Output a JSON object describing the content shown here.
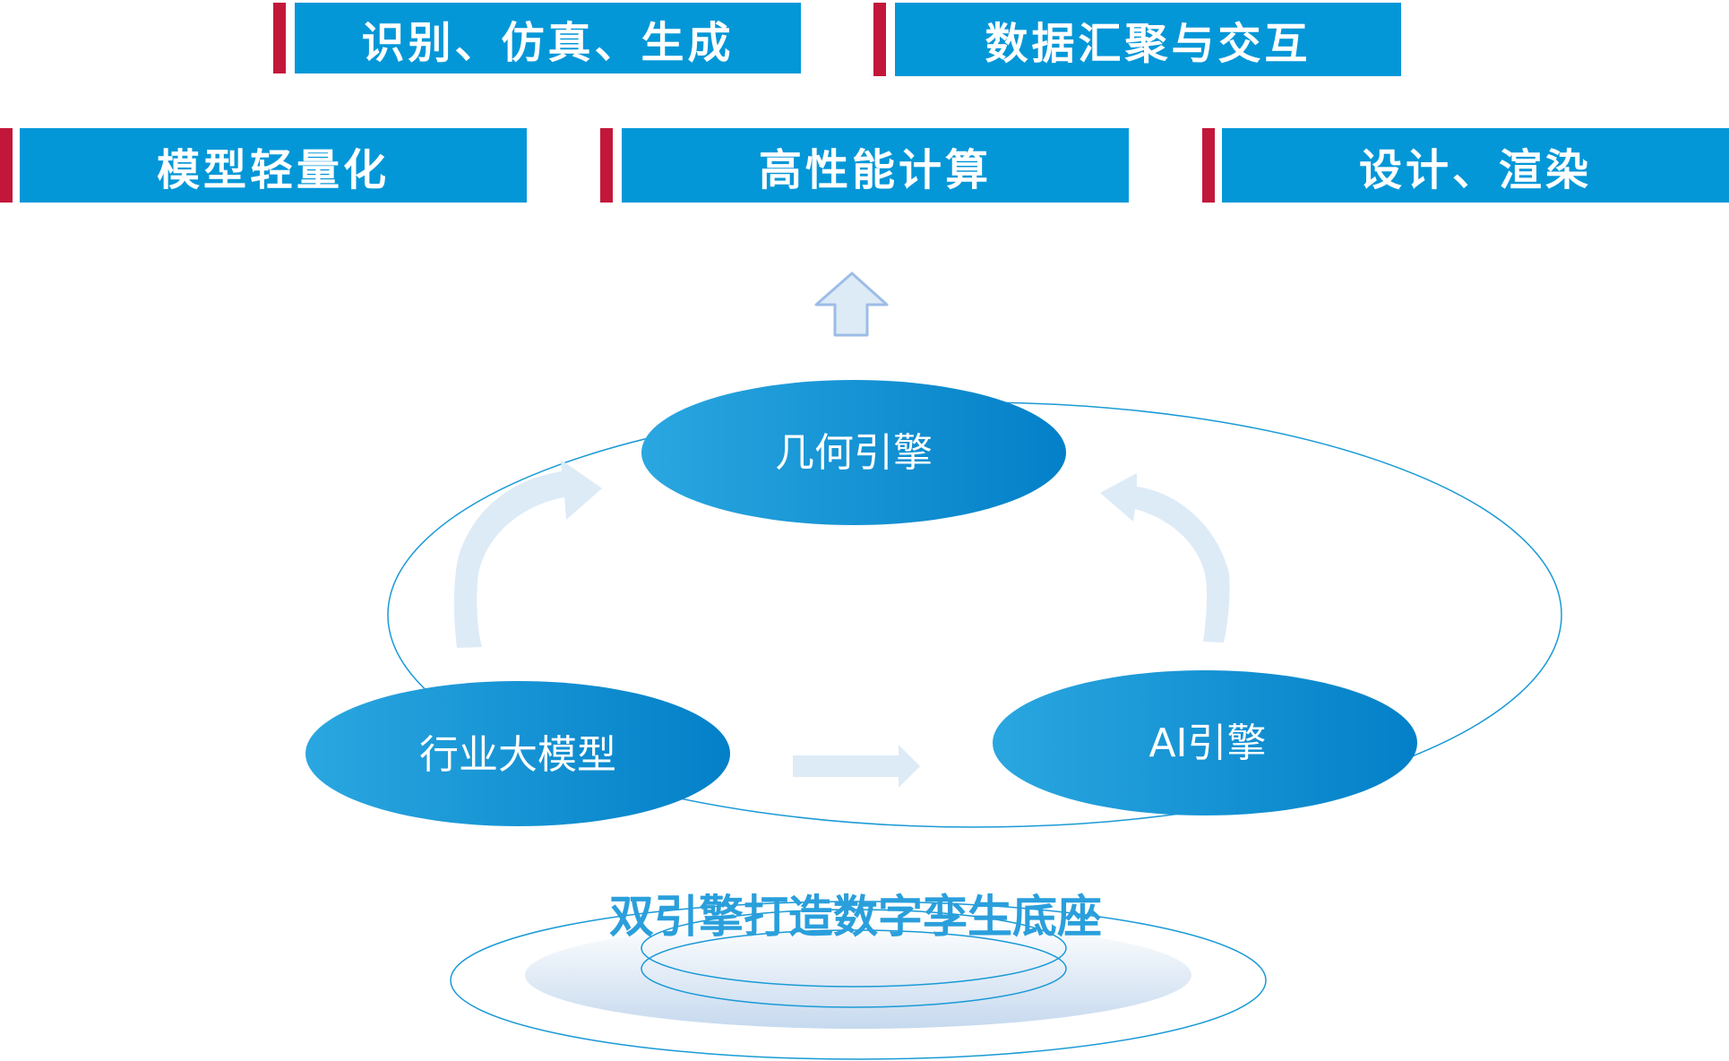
{
  "capabilities_top": [
    {
      "label": "识别、仿真、生成"
    },
    {
      "label": "数据汇聚与交互"
    }
  ],
  "capabilities_bottom": [
    {
      "label": "模型轻量化"
    },
    {
      "label": "高性能计算"
    },
    {
      "label": "设计、渲染"
    }
  ],
  "engines": {
    "top": {
      "label": "几何引擎"
    },
    "left": {
      "label": "行业大模型"
    },
    "right": {
      "label": "AI引擎"
    }
  },
  "base": {
    "title": "双引擎打造数字孪生底座"
  },
  "colors": {
    "tag_blue": "#0397d8",
    "tag_red": "#c2173b",
    "ellipse_light": "#2aa7e0",
    "ellipse_dark": "#0380c8",
    "arrow_fill": "#ddebf7",
    "outline": "#1a9ad6",
    "title_blue": "#2a9fdc"
  }
}
